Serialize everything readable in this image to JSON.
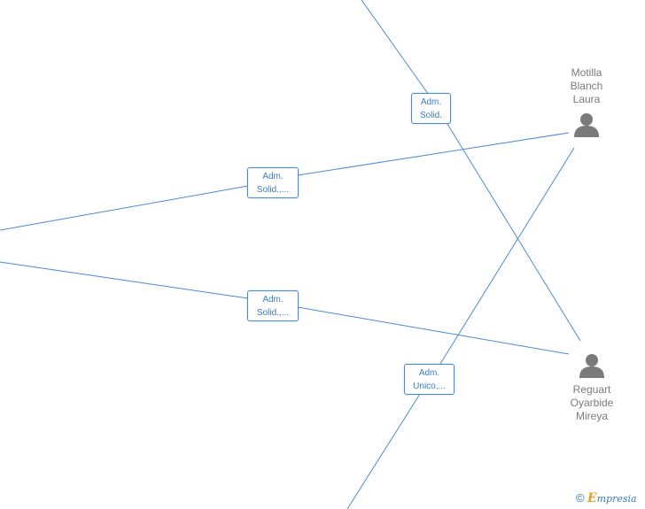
{
  "colors": {
    "edge": "#4a8ad4",
    "label_text": "#3a7bc8",
    "person": "#7a7a7a",
    "brand_e": "#f29a1f"
  },
  "people": [
    {
      "name_lines": [
        "Motilla",
        "Blanch",
        "Laura"
      ],
      "icon": "person-icon"
    },
    {
      "name_lines": [
        "Reguart",
        "Oyarbide",
        "Mireya"
      ],
      "icon": "person-icon"
    }
  ],
  "relations": [
    {
      "lines": [
        "Adm.",
        "Solid."
      ]
    },
    {
      "lines": [
        "Adm.",
        "Solid.,..."
      ]
    },
    {
      "lines": [
        "Adm.",
        "Solid.,..."
      ]
    },
    {
      "lines": [
        "Adm.",
        "Unico,..."
      ]
    }
  ],
  "watermark": {
    "copyright": "©",
    "brand_initial": "E",
    "brand_rest": "mpresia"
  }
}
